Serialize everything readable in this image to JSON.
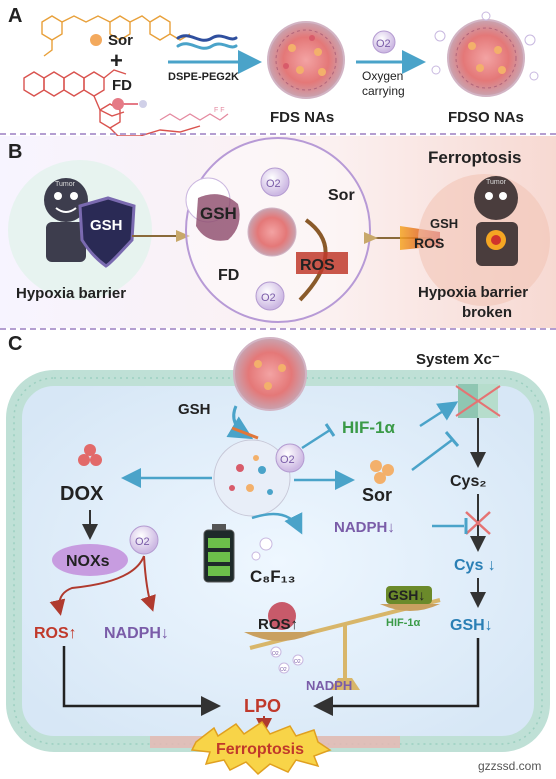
{
  "panel_a": {
    "label": "A",
    "sor_label": "Sor",
    "plus": "+",
    "fd_label": "FD",
    "peg_label": "DSPE-PEG2K",
    "nas1_label": "FDS NAs",
    "o2_badge": "O2",
    "oxygen_label_1": "Oxygen",
    "oxygen_label_2": "carrying",
    "nas2_label": "FDSO NAs"
  },
  "panel_b": {
    "label": "B",
    "ferroptosis_title": "Ferroptosis",
    "tumor_left": "Tumor",
    "tumor_right": "Tumor",
    "gsh_shield": "GSH",
    "hypoxia_barrier": "Hypoxia barrier",
    "o2_bubbles": [
      "O2",
      "O2"
    ],
    "gsh_left": "GSH",
    "sor": "Sor",
    "fd": "FD",
    "ros_center": "ROS",
    "gsh_right": "GSH",
    "ros_right": "ROS",
    "broken_line1": "Hypoxia barrier",
    "broken_line2": "broken"
  },
  "panel_c": {
    "label": "C",
    "system_xc": "System Xc⁻",
    "gsh_top": "GSH",
    "hif": "HIF-1α",
    "o2_near_np": "O2",
    "dox": "DOX",
    "sor": "Sor",
    "cys2": "Cys₂",
    "nadph_down": "NADPH↓",
    "nox": "NOXs",
    "o2_nox": "O2",
    "c8f13": "C₈F₁₃",
    "cys_down": "Cys ↓",
    "ros_up": "ROS↑",
    "nadph_down2": "NADPH↓",
    "gsh_down_left": "ROS↑",
    "gsh_scale": "GSH↓",
    "hif_scale": "HIF-1α",
    "gsh_down_right": "GSH↓",
    "nadph_scale": "NADPH",
    "lpo": "LPO",
    "ferroptosis": "Ferroptosis",
    "o2_small": [
      "O2",
      "O2",
      "O2"
    ]
  },
  "watermark": "gzzssd.com",
  "colors": {
    "arrow_blue": "#4aa3c9",
    "ros_red": "#c0392b",
    "nadph_purple": "#7a5ca8",
    "hif_green": "#3a9a47",
    "gsh_dark": "#333333",
    "bg_pink": "#f6e2e2",
    "membrane": "#c9e8e0"
  }
}
